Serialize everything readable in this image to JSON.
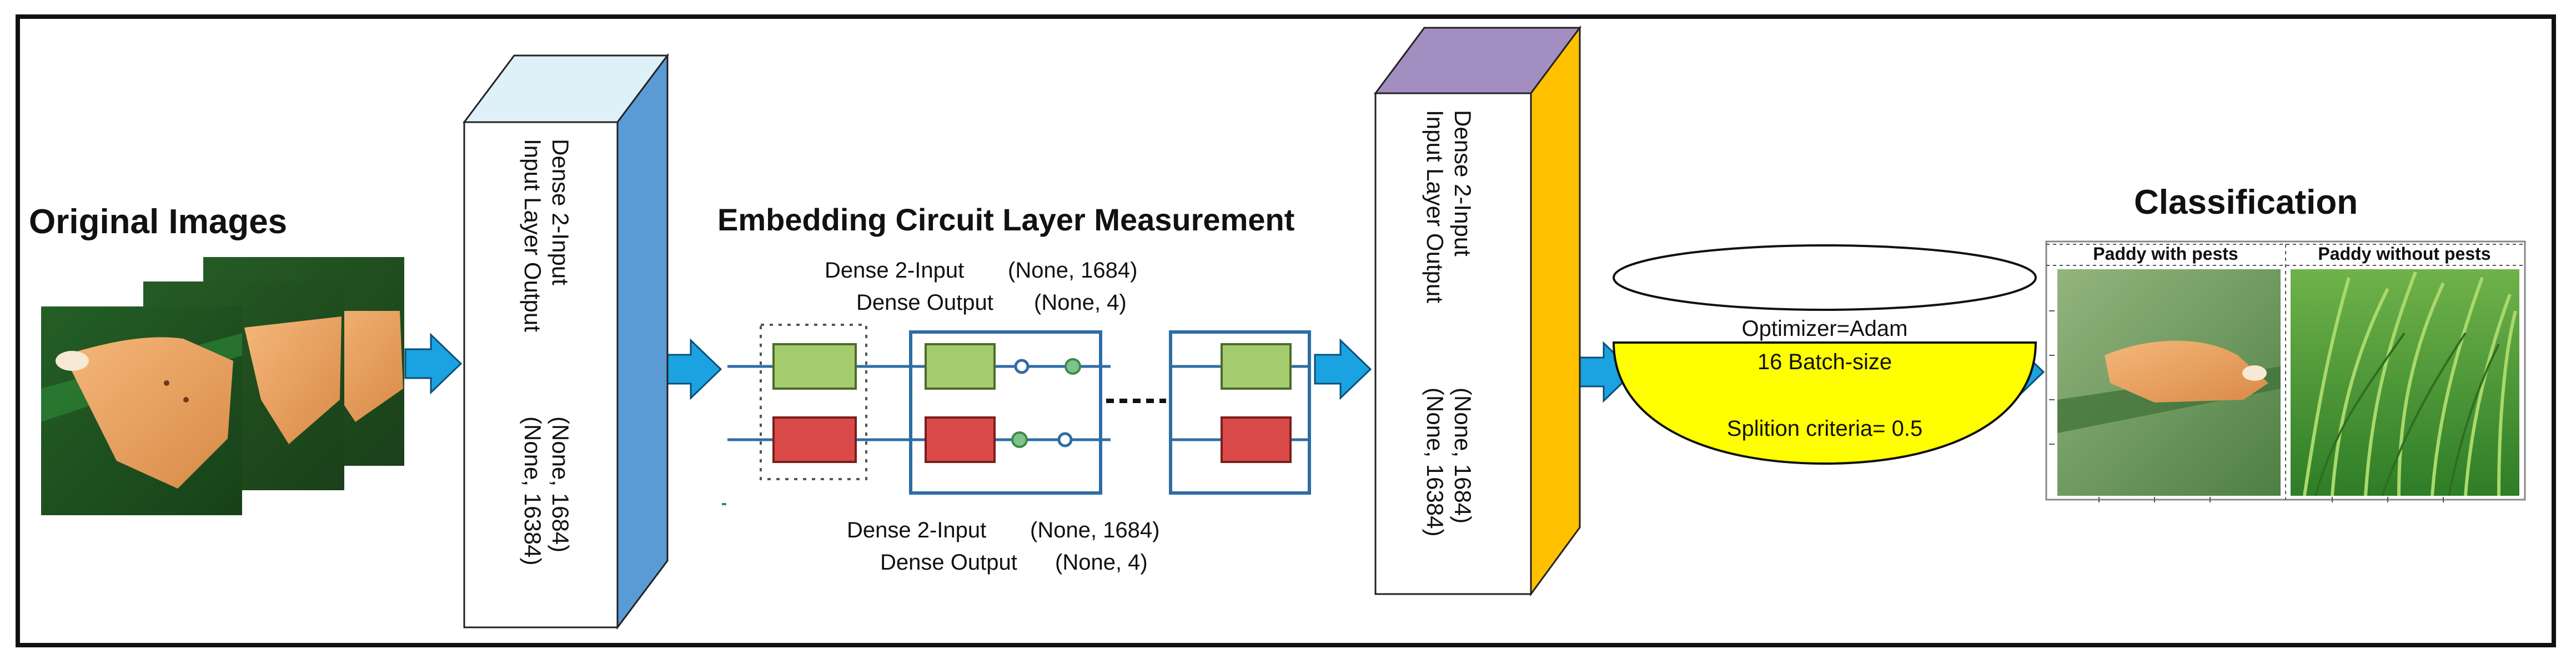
{
  "titles": {
    "original_images": "Original Images",
    "embedding": "Embedding Circuit Layer Measurement",
    "classification": "Classification"
  },
  "block1": {
    "line1": "Dense 2-Input",
    "line1_value": "(None, 1684)",
    "line2": "Input Layer Output",
    "line2_value": "(None, 16384)"
  },
  "block2": {
    "line1": "Dense 2-Input",
    "line1_value": "(None, 1684)",
    "line2": "Input Layer Output",
    "line2_value": "(None, 16384)"
  },
  "circuit": {
    "top_input": "Dense 2-Input",
    "top_input_value": "(None, 1684)",
    "top_output": "Dense Output",
    "top_output_value": "(None, 4)",
    "bottom_input": "Dense 2-Input",
    "bottom_input_value": "(None, 1684)",
    "bottom_output": "Dense Output",
    "bottom_output_value": "(None, 4)"
  },
  "optimizer": {
    "line1": "Optimizer=Adam",
    "line2": "16 Batch-size",
    "line3": "Splition criteria= 0.5"
  },
  "classes": {
    "with_pests": "Paddy with pests",
    "without_pests": "Paddy without pests"
  },
  "colors": {
    "arrow": "#1aa3e0",
    "block1_side": "#5b9bd5",
    "block1_top": "#dff1f8",
    "block2_side": "#ffc000",
    "block2_top": "#a38ec2",
    "green_gate": "#a4cc6f",
    "red_gate": "#d94a48",
    "circuit_line": "#2e6da4",
    "bowl": "#ffff00"
  }
}
